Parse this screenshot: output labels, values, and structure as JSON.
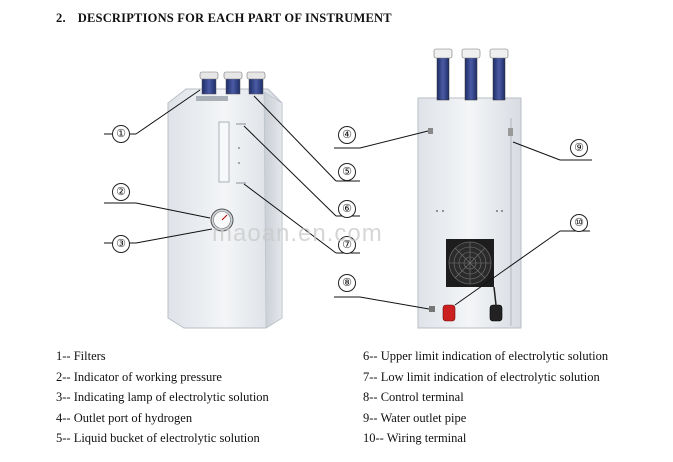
{
  "heading": {
    "number": "2.",
    "title": "DESCRIPTIONS FOR EACH PART OF INSTRUMENT"
  },
  "watermark": "maoan.en.com",
  "colors": {
    "device_body": "#e9ecf0",
    "filter_blue": "#3b4b8f",
    "terminal_red": "#cc1f1f",
    "fan": "#1d1d1d"
  },
  "callouts": [
    {
      "num": "1",
      "label": "①"
    },
    {
      "num": "2",
      "label": "②"
    },
    {
      "num": "3",
      "label": "③"
    },
    {
      "num": "4",
      "label": "④"
    },
    {
      "num": "5",
      "label": "⑤"
    },
    {
      "num": "6",
      "label": "⑥"
    },
    {
      "num": "7",
      "label": "⑦"
    },
    {
      "num": "8",
      "label": "⑧"
    },
    {
      "num": "9",
      "label": "⑨"
    },
    {
      "num": "10",
      "label": "⑩"
    }
  ],
  "legend_left": [
    "1-- Filters",
    "2-- Indicator of working pressure",
    "3-- Indicating lamp of electrolytic solution",
    "4-- Outlet port of hydrogen",
    "5-- Liquid bucket of electrolytic solution"
  ],
  "legend_right": [
    "6-- Upper limit indication of electrolytic solution",
    "7-- Low limit indication of electrolytic solution",
    "8-- Control terminal",
    "9-- Water outlet pipe",
    "10-- Wiring terminal"
  ]
}
